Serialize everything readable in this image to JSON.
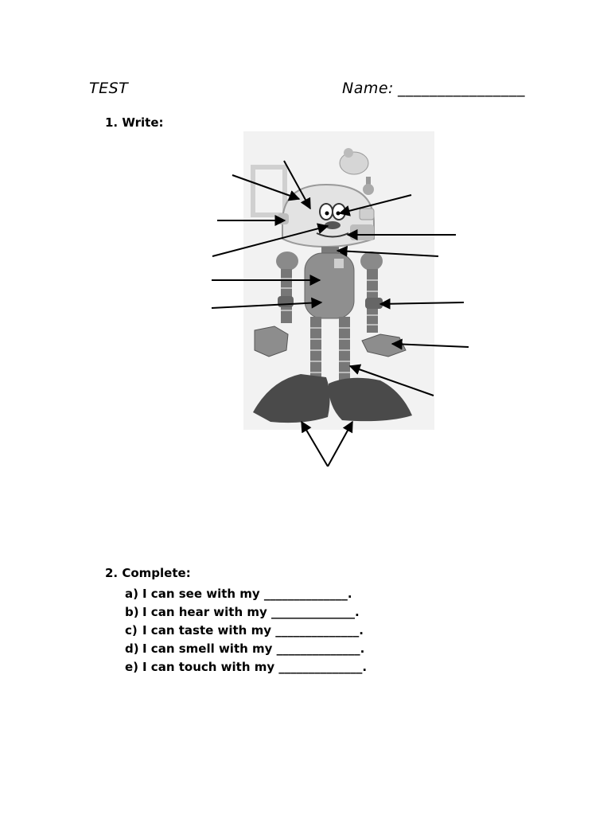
{
  "header": {
    "test_label": "TEST",
    "name_label": "Name:",
    "name_blank": "________________"
  },
  "section1": {
    "label": "1.  Write:"
  },
  "section2": {
    "label": "2.  Complete:",
    "items": [
      {
        "letter": "a)",
        "text": "I can see with my ______________."
      },
      {
        "letter": "b)",
        "text": "I can hear with my ______________."
      },
      {
        "letter": "c)",
        "text": "I can taste with my ______________."
      },
      {
        "letter": "d)",
        "text": "I can smell with my ______________."
      },
      {
        "letter": "e)",
        "text": "I can touch with my ______________."
      }
    ]
  },
  "colors": {
    "robot_light": "#e3e3e3",
    "robot_mid": "#8f8f8f",
    "robot_dark": "#4a4a4a",
    "background_panel": "#efefef"
  }
}
